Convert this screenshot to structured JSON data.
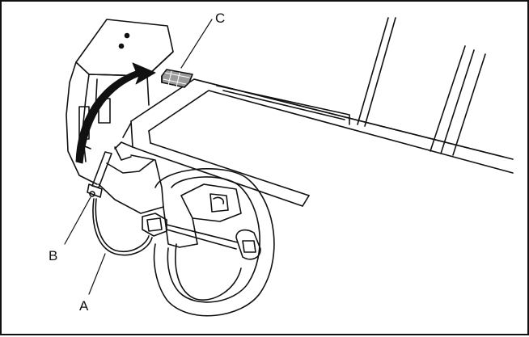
{
  "callouts": {
    "a": "A",
    "b": "B",
    "c": "C"
  },
  "colors": {
    "line": "#111111",
    "paper": "#ffffff",
    "shade": "#9a9a9a"
  }
}
